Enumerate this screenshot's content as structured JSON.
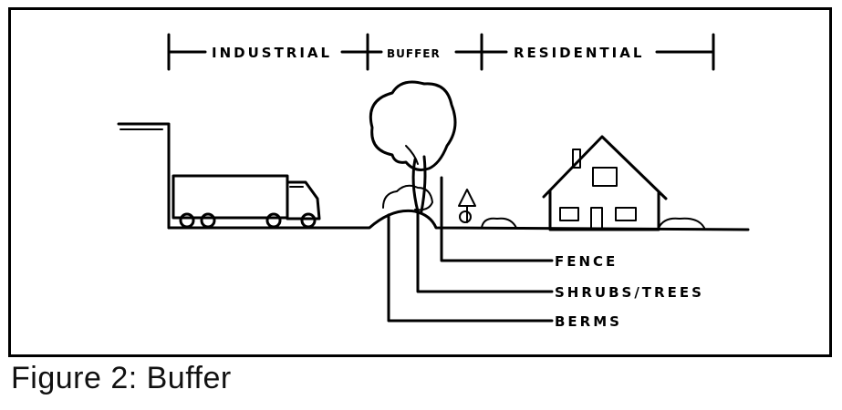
{
  "zones": {
    "industrial": "INDUSTRIAL",
    "buffer": "BUFFER",
    "residential": "RESIDENTIAL"
  },
  "callouts": {
    "fence": "FENCE",
    "shrubs_trees": "SHRUBS/TREES",
    "berms": "BERMS"
  },
  "caption": "Figure 2: Buffer"
}
